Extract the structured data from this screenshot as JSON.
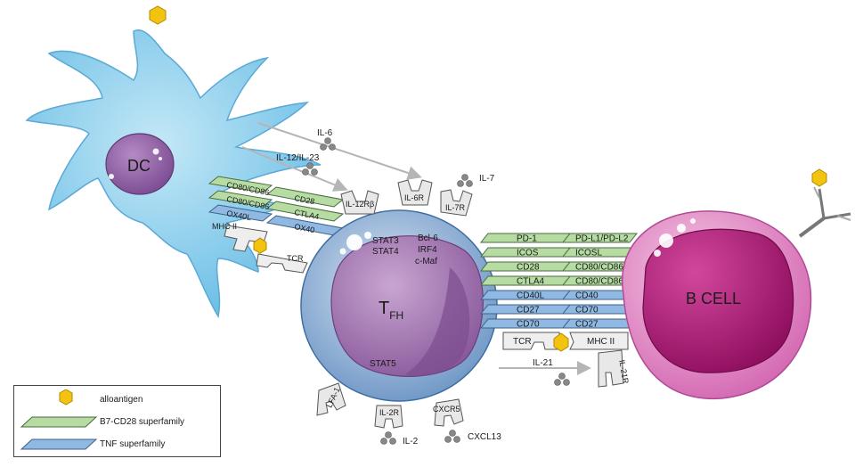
{
  "cells": {
    "dc": "DC",
    "tfh_main": "T",
    "tfh_sub": "FH",
    "bcell": "B CELL"
  },
  "transcription_factors": [
    "STAT3",
    "STAT4",
    "Bcl-6",
    "IRF4",
    "c-Maf",
    "STAT5"
  ],
  "cytokines": {
    "il6": "IL-6",
    "il12_23": "IL-12/IL-23",
    "il7": "IL-7",
    "il21": "IL-21",
    "il2": "IL-2",
    "cxcl13": "CXCL13"
  },
  "receptors": {
    "il12rb": "IL-12Rβ",
    "il6r": "IL-6R",
    "il7r": "IL-7R",
    "il21r": "IL-21R",
    "lfa1": "LFA-1",
    "il2r": "IL-2R",
    "cxcr5": "CXCR5",
    "tcr_dc": "TCR",
    "mhc_dc": "MHC II",
    "tcr_b": "TCR",
    "mhc_b": "MHC II"
  },
  "dc_tfh_pairs": [
    {
      "dc": "CD80/CD86",
      "tfh": "CD28",
      "family": "b7"
    },
    {
      "dc": "CD80/CD86",
      "tfh": "CTLA4",
      "family": "b7"
    },
    {
      "dc": "OX40L",
      "tfh": "OX40",
      "family": "tnf"
    }
  ],
  "tfh_b_pairs": [
    {
      "tfh": "PD-1",
      "b": "PD-L1/PD-L2",
      "family": "b7"
    },
    {
      "tfh": "ICOS",
      "b": "ICOSL",
      "family": "b7"
    },
    {
      "tfh": "CD28",
      "b": "CD80/CD86",
      "family": "b7"
    },
    {
      "tfh": "CTLA4",
      "b": "CD80/CD86",
      "family": "b7"
    },
    {
      "tfh": "CD40L",
      "b": "CD40",
      "family": "tnf"
    },
    {
      "tfh": "CD27",
      "b": "CD70",
      "family": "tnf"
    },
    {
      "tfh": "CD70",
      "b": "CD27",
      "family": "tnf"
    }
  ],
  "legend": {
    "alloantigen": "alloantigen",
    "b7": "B7-CD28 superfamily",
    "tnf": "TNF superfamily"
  },
  "colors": {
    "b7": "#b6dca3",
    "tnf": "#8fb9e3",
    "alloantigen": "#f2b90f",
    "dc": "#8fd0ec",
    "tfh_outer": "#8fb0d6",
    "tfh_nucleus": "#9a6aa6",
    "bcell": "#e184c4",
    "bcell_nucleus": "#b0187a"
  }
}
